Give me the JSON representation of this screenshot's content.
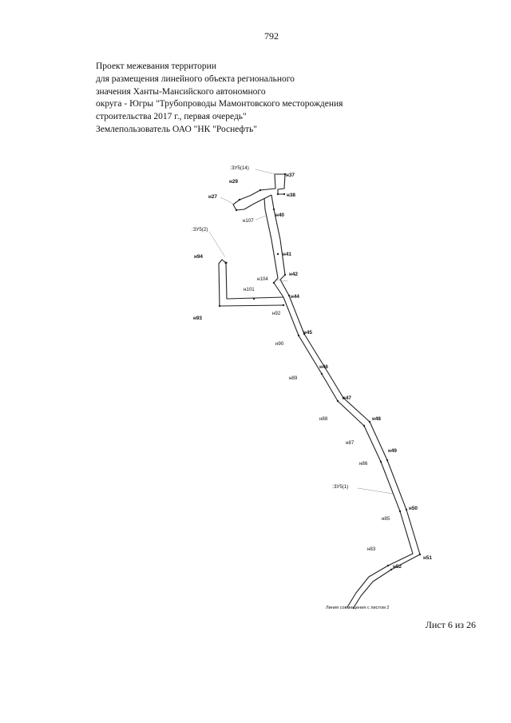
{
  "page_number": "792",
  "header": {
    "lines": [
      "Проект межевания территории",
      "для размещения линейного объекта регионального",
      "значения Ханты-Мансийского автономного",
      "округа - Югры \"Трубопроводы Мамонтовского месторождения",
      "строительства 2017 г., первая очередь\"",
      "Землепользователь ОАО \"НК \"Роснефть\""
    ]
  },
  "plan": {
    "parcel_labels": {
      "zu14": ":ЗУ5(14)",
      "zu2": ":ЗУ5(2)",
      "zu1": ":ЗУ5(1)"
    },
    "points": {
      "n37": "н37",
      "n29": "н29",
      "n38": "н38",
      "n27": "н27",
      "n40": "н40",
      "n107": "н107",
      "n94": "н94",
      "n41": "н41",
      "n104": "н104",
      "n42": "н42",
      "n101": "н101",
      "n44": "н44",
      "n93": "н93",
      "n92": "н92",
      "n45": "н45",
      "n90": "н90",
      "n46": "н46",
      "n89": "н89",
      "n47": "н47",
      "n48": "н48",
      "n88": "н88",
      "n87": "н87",
      "n49": "н49",
      "n86": "н86",
      "n50": "н50",
      "n85": "н85",
      "n83": "н83",
      "n51": "н51",
      "n52": "н52"
    },
    "match_line_note": "Линия совмещения с листом 2"
  },
  "sheet_label": "Лист 6 из 26"
}
